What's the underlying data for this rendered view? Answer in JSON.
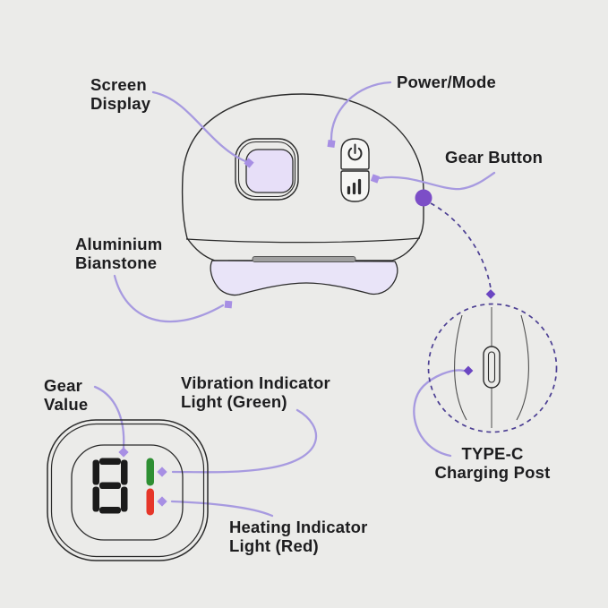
{
  "diagram": {
    "labels": {
      "screen_display": "Screen\nDisplay",
      "power_mode": "Power/Mode",
      "gear_button": "Gear Button",
      "aluminium_bianstone": "Aluminium\nBianstone",
      "gear_value": "Gear\nValue",
      "vibration_indicator": "Vibration Indicator\nLight (Green)",
      "heating_indicator": "Heating Indicator\nLight (Red)",
      "type_c": "TYPE-C\nCharging Post"
    },
    "screen_readout": {
      "gear_digit": "8"
    },
    "icons": [
      "power-icon",
      "gear-level-icon",
      "usb-c-port-icon"
    ],
    "colors": {
      "background": "#ebebe9",
      "text": "#1d1d1f",
      "outline": "#2b2b2b",
      "connector": "#a79ae0",
      "marker": "#a78fe4",
      "marker_dark": "#6b46c2",
      "dot": "#7c4ec7",
      "dashed": "#4c3f93",
      "screen_fill": "#e7dff8",
      "plate_fill": "#e9e4f8",
      "digit": "#1b1b1b",
      "vibration_green": "#2e8f33",
      "heating_red": "#e63629"
    }
  }
}
